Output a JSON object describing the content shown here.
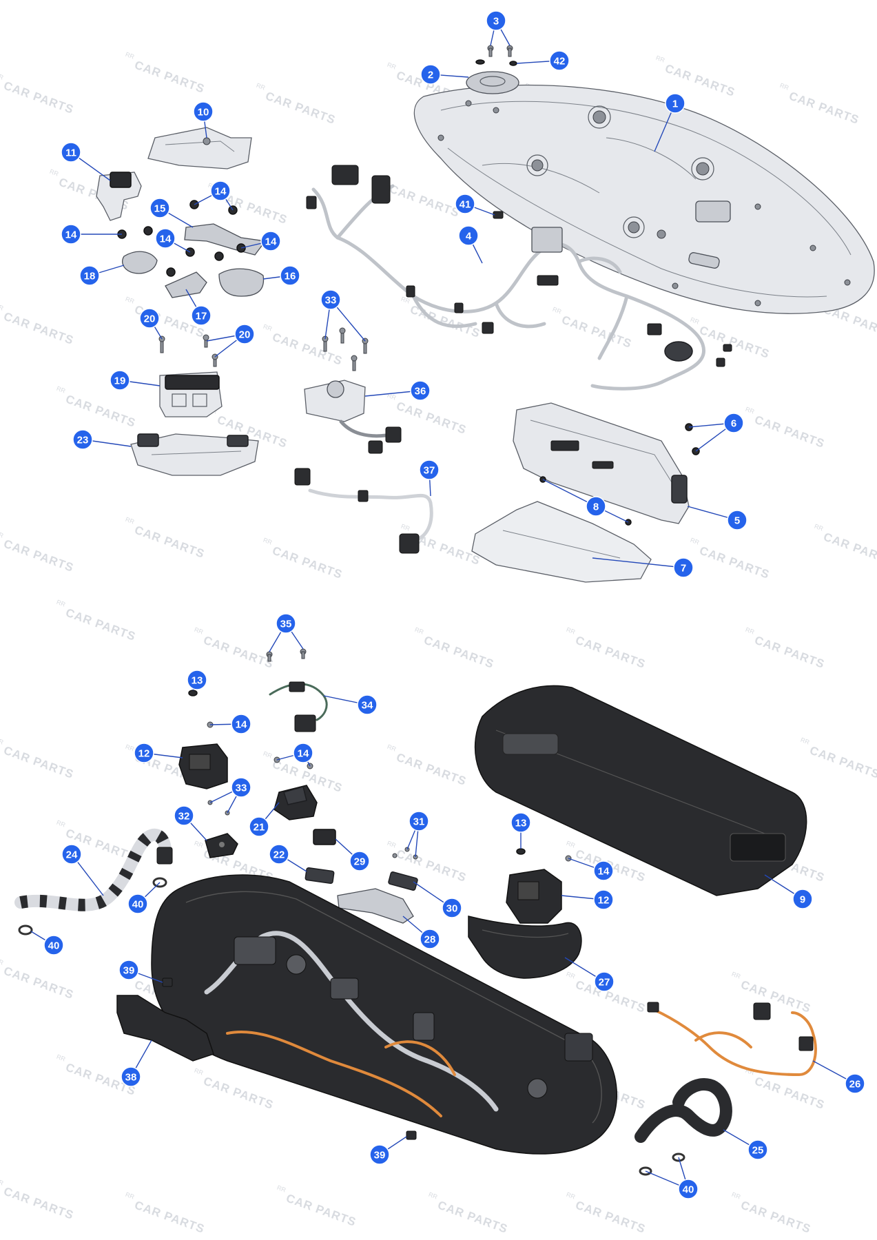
{
  "watermark": {
    "brand": "CAR PARTS",
    "mark": "RR"
  },
  "callouts": [
    {
      "label": "1"
    },
    {
      "label": "2"
    },
    {
      "label": "3"
    },
    {
      "label": "42"
    },
    {
      "label": "4"
    },
    {
      "label": "41"
    },
    {
      "label": "10"
    },
    {
      "label": "11"
    },
    {
      "label": "14"
    },
    {
      "label": "15"
    },
    {
      "label": "14"
    },
    {
      "label": "14"
    },
    {
      "label": "14"
    },
    {
      "label": "18"
    },
    {
      "label": "16"
    },
    {
      "label": "17"
    },
    {
      "label": "33"
    },
    {
      "label": "20"
    },
    {
      "label": "20"
    },
    {
      "label": "19"
    },
    {
      "label": "36"
    },
    {
      "label": "23"
    },
    {
      "label": "6"
    },
    {
      "label": "37"
    },
    {
      "label": "8"
    },
    {
      "label": "5"
    },
    {
      "label": "7"
    },
    {
      "label": "35"
    },
    {
      "label": "13"
    },
    {
      "label": "34"
    },
    {
      "label": "14"
    },
    {
      "label": "12"
    },
    {
      "label": "14"
    },
    {
      "label": "33"
    },
    {
      "label": "32"
    },
    {
      "label": "21"
    },
    {
      "label": "31"
    },
    {
      "label": "13"
    },
    {
      "label": "24"
    },
    {
      "label": "22"
    },
    {
      "label": "29"
    },
    {
      "label": "14"
    },
    {
      "label": "40"
    },
    {
      "label": "30"
    },
    {
      "label": "12"
    },
    {
      "label": "9"
    },
    {
      "label": "40"
    },
    {
      "label": "28"
    },
    {
      "label": "27"
    },
    {
      "label": "39"
    },
    {
      "label": "38"
    },
    {
      "label": "26"
    },
    {
      "label": "25"
    },
    {
      "label": "39"
    },
    {
      "label": "40"
    }
  ]
}
